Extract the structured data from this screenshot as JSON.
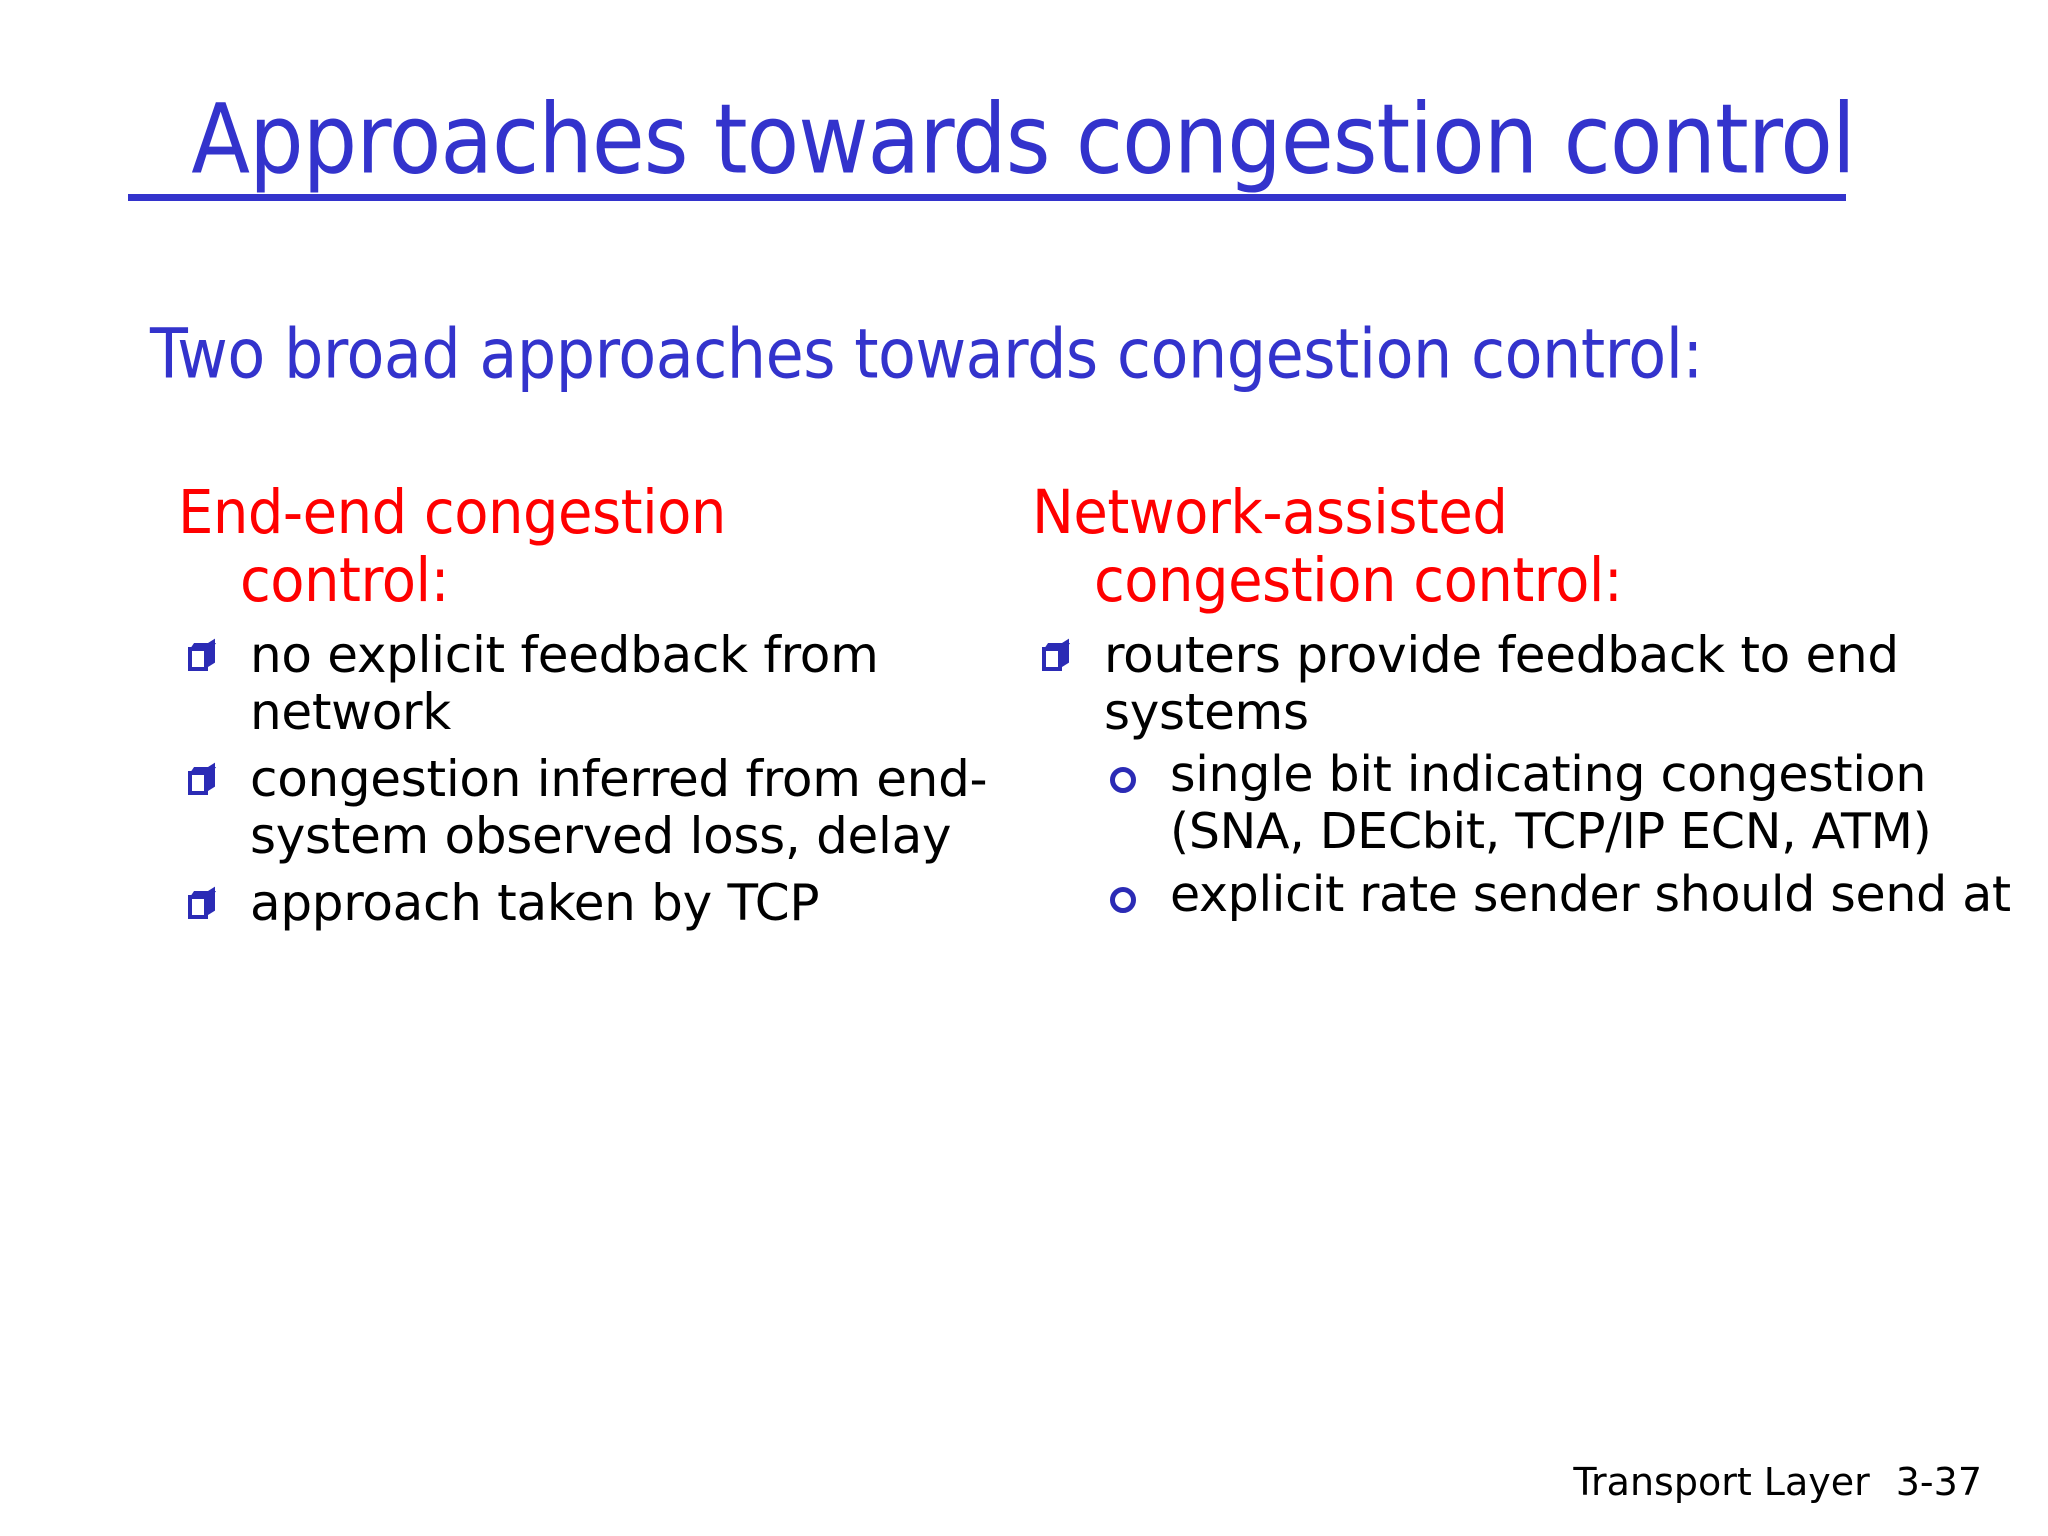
{
  "slide": {
    "title": "Approaches towards congestion control",
    "subtitle": "Two broad approaches towards congestion control:",
    "colors": {
      "title_blue": "#3333cc",
      "heading_red": "#ff0000",
      "bullet_blue": "#2b2bb5",
      "body_black": "#000000",
      "background": "#ffffff"
    }
  },
  "left_column": {
    "heading_line1": "End-end congestion",
    "heading_line2": "control:",
    "bullets": [
      {
        "marker": "box-bullet-icon",
        "text": "no explicit feedback from network"
      },
      {
        "marker": "box-bullet-icon",
        "text": "congestion inferred from end-system observed loss, delay"
      },
      {
        "marker": "box-bullet-icon",
        "text": "approach taken by TCP"
      }
    ]
  },
  "right_column": {
    "heading_line1": "Network-assisted",
    "heading_line2": "congestion control:",
    "bullets": [
      {
        "marker": "box-bullet-icon",
        "text": "routers provide feedback to end systems"
      }
    ],
    "subbullets": [
      {
        "marker": "ring-bullet-icon",
        "text": "single bit indicating congestion (SNA, DECbit, TCP/IP ECN, ATM)"
      },
      {
        "marker": "ring-bullet-icon",
        "text": "explicit rate sender should send at"
      }
    ]
  },
  "footer": {
    "label": "Transport Layer",
    "page": "3-37"
  }
}
